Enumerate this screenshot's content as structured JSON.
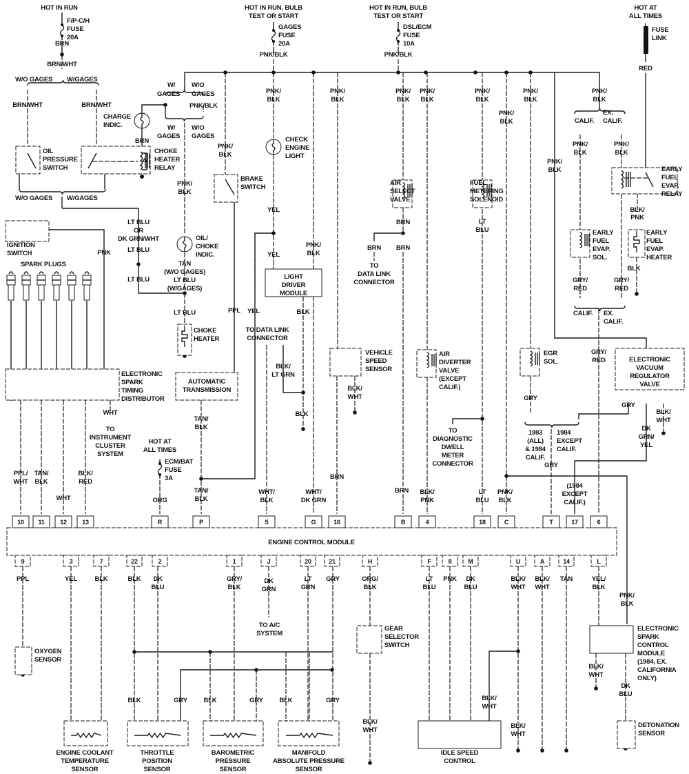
{
  "diagram": {
    "title": "Engine Control Module Wiring Diagram",
    "ecm_label": "ENGINE CONTROL MODULE",
    "power_sources": {
      "hot_in_run": "HOT IN RUN",
      "fpch_fuse": [
        "F/P-C/H",
        "FUSE",
        "20A"
      ],
      "hot_run_bulb_1": [
        "HOT IN RUN, BULB",
        "TEST OR START"
      ],
      "gages_fuse": [
        "GAGES",
        "FUSE",
        "20A"
      ],
      "hot_run_bulb_2": [
        "HOT IN RUN, BULB",
        "TEST OR START"
      ],
      "dsl_ecm_fuse": [
        "DSL/ECM",
        "FUSE",
        "10A"
      ],
      "hot_all_times_1": [
        "HOT AT",
        "ALL TIMES"
      ],
      "fuse_link": [
        "FUSE",
        "LINK"
      ],
      "hot_all_times_2": [
        "HOT AT",
        "ALL TIMES"
      ],
      "ecm_bat_fuse": [
        "ECM/BAT",
        "FUSE",
        "3A"
      ]
    },
    "components": {
      "oil_pressure_switch": [
        "OIL",
        "PRESSURE",
        "SWITCH"
      ],
      "choke_heater_relay": [
        "CHOKE",
        "HEATER",
        "RELAY"
      ],
      "charge_indic": [
        "CHARGE",
        "INDIC."
      ],
      "brake_switch": [
        "BRAKE",
        "SWITCH"
      ],
      "check_engine_light": [
        "CHECK",
        "ENGINE",
        "LIGHT"
      ],
      "oil_choke_indic": [
        "OIL/",
        "CHOKE",
        "INDIC."
      ],
      "ignition_switch": [
        "IGNITION",
        "SWITCH"
      ],
      "spark_plugs": "SPARK PLUGS",
      "choke_heater": [
        "CHOKE",
        "HEATER"
      ],
      "est_distributor": [
        "ELECTRONIC",
        "SPARK",
        "TIMING",
        "DISTRIBUTOR"
      ],
      "automatic_transmission": [
        "AUTOMATIC",
        "TRANSMISSION"
      ],
      "light_driver_module": [
        "LIGHT",
        "DRIVER",
        "MODULE"
      ],
      "to_data_link_1": [
        "TO DATA LINK",
        "CONNECTOR"
      ],
      "vehicle_speed_sensor": [
        "VEHICLE",
        "SPEED",
        "SENSOR"
      ],
      "air_select_valve": [
        "AIR",
        "SELECT",
        "VALVE"
      ],
      "to_data_link_2": [
        "TO",
        "DATA LINK",
        "CONNECTOR"
      ],
      "fuel_metering_solenoid": [
        "FUEL",
        "METERING",
        "SOLENOID"
      ],
      "air_diverter_valve": [
        "AIR",
        "DIVERTER",
        "VALVE",
        "(EXCEPT",
        "CALIF.)"
      ],
      "to_diag_dwell": [
        "TO",
        "DIAGNOSTIC",
        "DWELL",
        "METER",
        "CONNECTOR"
      ],
      "egr_sol": [
        "EGR",
        "SOL."
      ],
      "early_fuel_evap_relay": [
        "EARLY",
        "FUEL",
        "EVAP.",
        "RELAY"
      ],
      "early_fuel_evap_sol": [
        "EARLY",
        "FUEL",
        "EVAP.",
        "SOL."
      ],
      "early_fuel_evap_heater": [
        "EARLY",
        "FUEL",
        "EVAP.",
        "HEATER"
      ],
      "evrv": [
        "ELECTRONIC",
        "VACUUM",
        "REGULATOR",
        "VALVE"
      ],
      "to_instrument_cluster": [
        "TO",
        "INSTRUMENT",
        "CLUSTER",
        "SYSTEM"
      ],
      "oxygen_sensor": [
        "OXYGEN",
        "SENSOR"
      ],
      "coolant_temp_sensor": [
        "ENGINE COOLANT",
        "TEMPERATURE",
        "SENSOR"
      ],
      "throttle_position_sensor": [
        "THROTTLE",
        "POSITION",
        "SENSOR"
      ],
      "baro_sensor": [
        "BAROMETRIC",
        "PRESSURE",
        "SENSOR"
      ],
      "map_sensor": [
        "MANIFOLD",
        "ABSOLUTE PRESSURE",
        "SENSOR"
      ],
      "to_ac_system": [
        "TO A/C",
        "SYSTEM"
      ],
      "gear_selector_switch": [
        "GEAR",
        "SELECTOR",
        "SWITCH"
      ],
      "idle_speed_control": [
        "IDLE SPEED",
        "CONTROL"
      ],
      "esc_module": [
        "ELECTRONIC",
        "SPARK",
        "CONTROL",
        "MODULE",
        "(1984, EX.",
        "CALIFORNIA",
        "ONLY)"
      ],
      "detonation_sensor": [
        "DETONATION",
        "SENSOR"
      ]
    },
    "variants": {
      "wo_gages": "W/O GAGES",
      "w_gages": "W/GAGES",
      "w_slash": "W/",
      "gages": "GAGES",
      "wo": "W/O",
      "calif": "CALIF.",
      "ex": "EX.",
      "tan_wo_gages": [
        "TAN",
        "(W/O GAGES)",
        "LT BLU",
        "(W/GAGES)"
      ],
      "lt_blu_or": [
        "LT BLU",
        "OR",
        "DK GRN/WHT"
      ],
      "y1983": [
        "1983",
        "(ALL)",
        "& 1984",
        "CALIF."
      ],
      "y1984": [
        "1984",
        "EXCEPT",
        "CALIF."
      ],
      "y1984_paren": [
        "(1984",
        "EXCEPT",
        "CALIF.)"
      ]
    },
    "wire_colors": {
      "brn": "BRN",
      "brn_wht": "BRN/WHT",
      "pnk_blk": "PNK/BLK",
      "pnk_s": "PNK/",
      "blk": "BLK",
      "red": "RED",
      "lt_blu": "LT BLU",
      "pnk": "PNK",
      "yel": "YEL",
      "ppl": "PPL",
      "lt": "LT",
      "blu": "BLU",
      "blk_s": "BLK/",
      "lt_grn": "LT GRN",
      "wht": "WHT",
      "gry_s": "GRY/",
      "gry": "GRY",
      "dk": "DK",
      "grn_s": "GRN/",
      "tan_s": "TAN/",
      "ppl_s": "PPL/",
      "red_w": "RED",
      "org": "ORG",
      "wht_s": "WHT/",
      "dk_grn": "DK GRN",
      "org_s": "ORG/",
      "yel_s": "YEL/",
      "tan": "TAN",
      "grn": "GRN",
      "pnk_c": "PNK",
      "blk_pnk": "PNK",
      "dk_blu_2": "BLU"
    },
    "top_pins": [
      "10",
      "11",
      "12",
      "13",
      "R",
      "P",
      "5",
      "G",
      "16",
      "B",
      "4",
      "18",
      "C",
      "T",
      "17",
      "6"
    ],
    "bottom_pins": [
      "9",
      "3",
      "7",
      "22",
      "2",
      "1",
      "J",
      "20",
      "21",
      "H",
      "F",
      "8",
      "M",
      "U",
      "A",
      "14",
      "L"
    ]
  }
}
